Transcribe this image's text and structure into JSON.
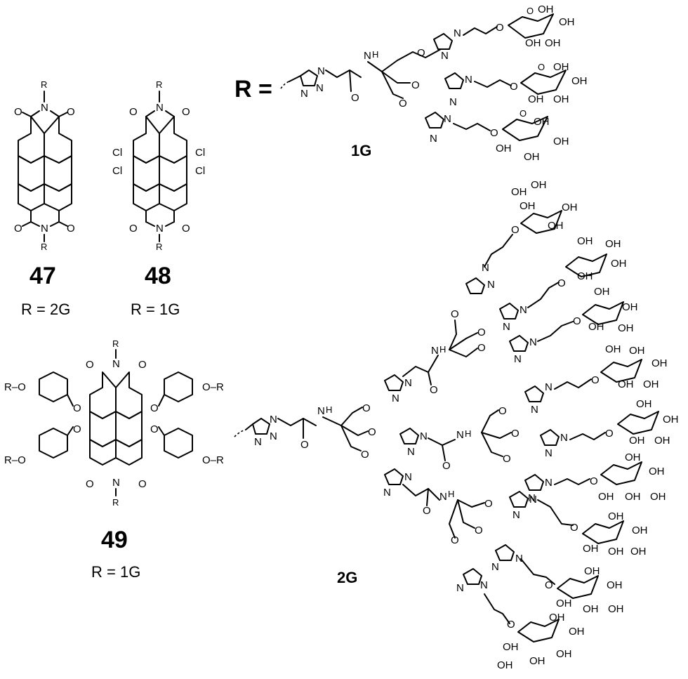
{
  "compounds": [
    {
      "id": "47",
      "r_label": "R = 2G",
      "substituents": [
        "R",
        "O",
        "N"
      ]
    },
    {
      "id": "48",
      "r_label": "R = 1G",
      "substituents": [
        "R",
        "O",
        "N",
        "Cl"
      ]
    },
    {
      "id": "49",
      "r_label": "R = 1G",
      "substituents": [
        "R",
        "O",
        "N",
        "R-O",
        "O-R"
      ]
    }
  ],
  "r_equals": "R =",
  "dendrons": [
    {
      "label": "1G"
    },
    {
      "label": "2G"
    }
  ],
  "atoms": {
    "nitrogen": "N",
    "oxygen": "O",
    "hydroxyl": "OH",
    "amide_nh": "H",
    "chlorine": "Cl",
    "r_group": "R",
    "aryl_ether_left": "R–O",
    "aryl_ether_right": "O–R"
  }
}
